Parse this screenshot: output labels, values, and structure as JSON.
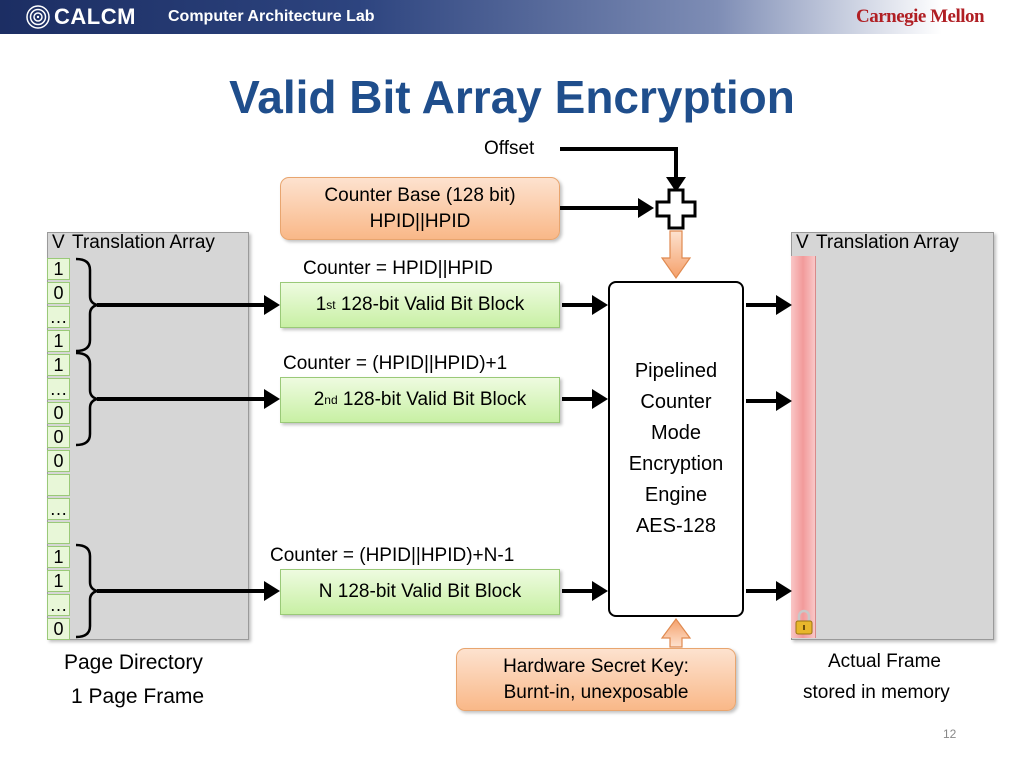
{
  "header": {
    "logo": "CALCM",
    "lab": "Computer Architecture Lab",
    "university": "Carnegie Mellon"
  },
  "title": "Valid Bit Array Encryption",
  "offset_label": "Offset",
  "counter_base": {
    "line1": "Counter Base (128 bit)",
    "line2": "HPID||HPID"
  },
  "left_array": {
    "v_header": "V",
    "header": "Translation Array",
    "cells": [
      "1",
      "0",
      "…",
      "1",
      "1",
      "…",
      "0",
      "0",
      "0",
      "",
      "…",
      "",
      "1",
      "1",
      "…",
      "0"
    ],
    "caption_line1": "Page Directory",
    "caption_line2": "1 Page Frame"
  },
  "blocks": [
    {
      "counter": "Counter = HPID||HPID",
      "prefix": "1",
      "sup": "st",
      "rest": " 128-bit Valid Bit Block"
    },
    {
      "counter": "Counter = (HPID||HPID)+1",
      "prefix": "2",
      "sup": "nd",
      "rest": " 128-bit Valid Bit Block"
    },
    {
      "counter": "Counter = (HPID||HPID)+N-1",
      "prefix": "N",
      "sup": "",
      "rest": " 128-bit Valid Bit Block"
    }
  ],
  "engine_lines": [
    "Pipelined",
    "Counter",
    "Mode",
    "Encryption",
    "Engine",
    "AES-128"
  ],
  "secret_key": {
    "line1": "Hardware Secret Key:",
    "line2": "Burnt-in, unexposable"
  },
  "right_array": {
    "v_header": "V",
    "header": "Translation Array",
    "caption_line1": "Actual Frame",
    "caption_line2": "stored in memory",
    "lock_icon": "lock-icon"
  },
  "page_number": "12",
  "colors": {
    "title": "#1f4e8c",
    "header_dark": "#1c2e63",
    "cmu_red": "#b01f24",
    "orange_box": "#f9b888",
    "green_box": "#c8f0a4",
    "pink_column": "#f7b3b3"
  }
}
